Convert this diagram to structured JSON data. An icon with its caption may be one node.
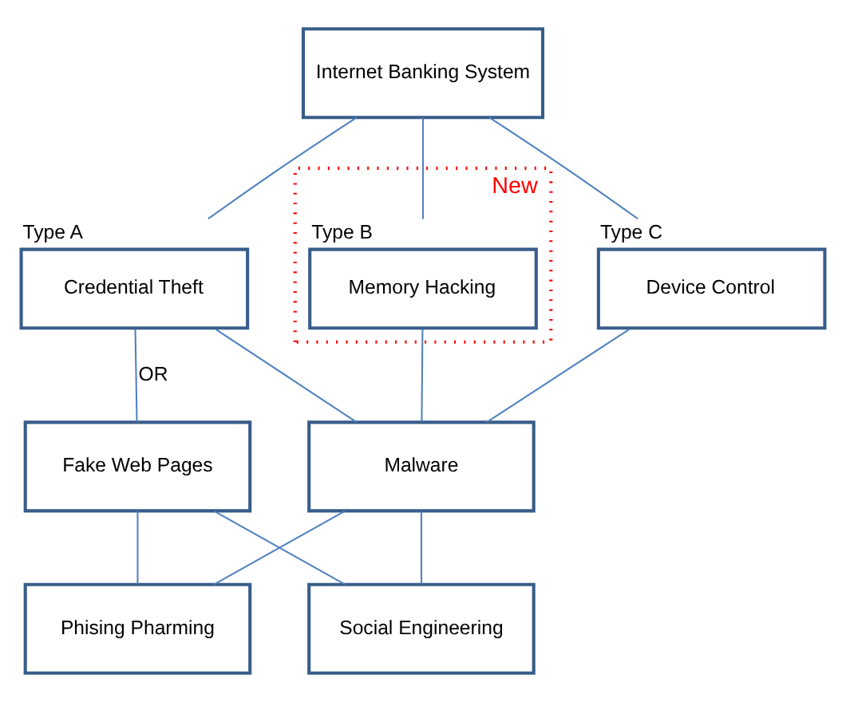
{
  "diagram": {
    "nodes": [
      {
        "text": [
          "Internet Banking System"
        ]
      },
      {
        "text": [
          "Credential Theft"
        ],
        "beside": [
          "Type A"
        ]
      },
      {
        "text": [
          "New"
        ]
      },
      {
        "text": [
          "Memory Hacking"
        ],
        "in": 2,
        "beside": [
          "Type B"
        ]
      },
      {
        "text": [
          "Device Control"
        ],
        "beside": [
          "Type C"
        ]
      },
      {
        "text": [
          "Fake Web Pages"
        ]
      },
      {
        "text": [
          "Malware"
        ]
      },
      {
        "text": [
          "Phising Pharming"
        ]
      },
      {
        "text": [
          "Social Engineering"
        ]
      }
    ],
    "edges": [
      {
        "from": 0,
        "to": 1,
        "arrow": "none"
      },
      {
        "from": 0,
        "to": 3,
        "arrow": "none"
      },
      {
        "from": 0,
        "to": 4,
        "arrow": "none"
      },
      {
        "from": 1,
        "to": 5,
        "arrow": "none",
        "label": "OR"
      },
      {
        "from": 1,
        "to": 6,
        "arrow": "none"
      },
      {
        "from": 3,
        "to": 6,
        "arrow": "none"
      },
      {
        "from": 4,
        "to": 6,
        "arrow": "none"
      },
      {
        "from": 5,
        "to": 7,
        "arrow": "none"
      },
      {
        "from": 5,
        "to": 8,
        "arrow": "none"
      },
      {
        "from": 6,
        "to": 7,
        "arrow": "none"
      },
      {
        "from": 6,
        "to": 8,
        "arrow": "none"
      }
    ]
  }
}
